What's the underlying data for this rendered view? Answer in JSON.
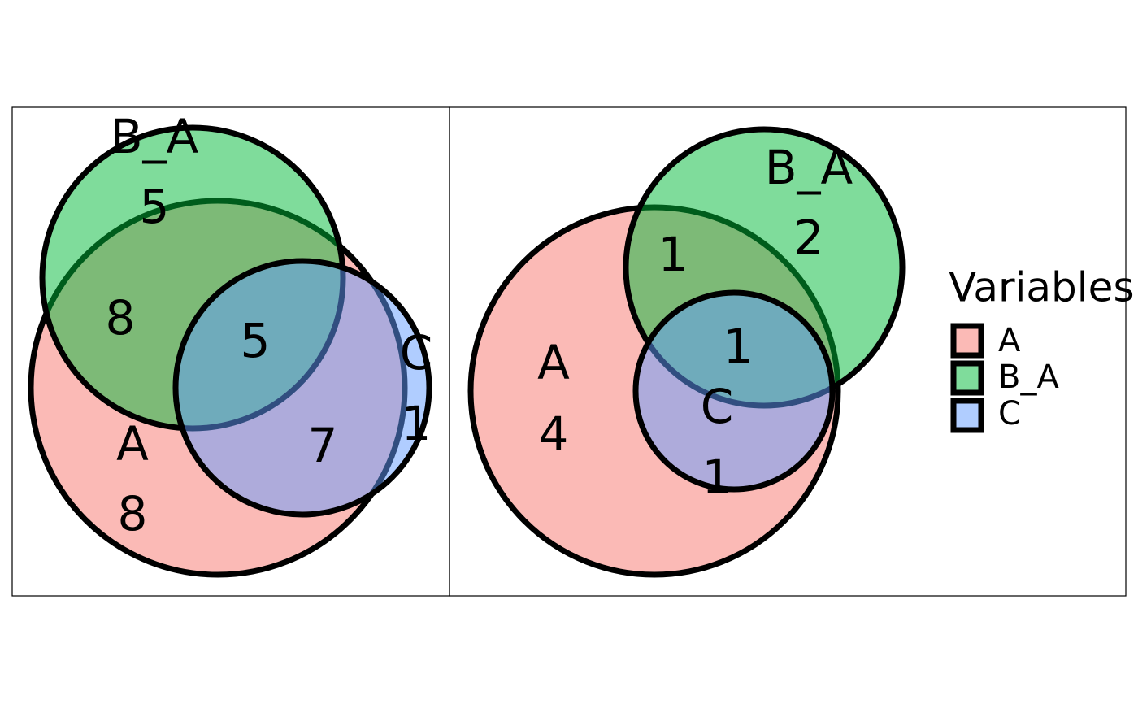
{
  "sets": [
    {
      "name": "A",
      "color": "#F8766D"
    },
    {
      "name": "B_A",
      "color": "#00BA38"
    },
    {
      "name": "C",
      "color": "#619CFF"
    }
  ],
  "left_panel": {
    "set_labels": [
      "B_A",
      "A",
      "C"
    ],
    "region_counts": {
      "B_A_only": "5",
      "A_and_B_A": "8",
      "A_B_A_C": "5",
      "A_only": "8",
      "A_and_C": "7",
      "C_only": "1"
    }
  },
  "right_panel": {
    "set_labels": [
      "B_A",
      "A",
      "C"
    ],
    "region_counts": {
      "B_A_only": "2",
      "A_and_B_A": "1",
      "A_B_A_C": "1",
      "A_only": "4",
      "A_and_C": "1"
    }
  },
  "legend": {
    "title": "Variables",
    "items": [
      "A",
      "B_A",
      "C"
    ]
  }
}
